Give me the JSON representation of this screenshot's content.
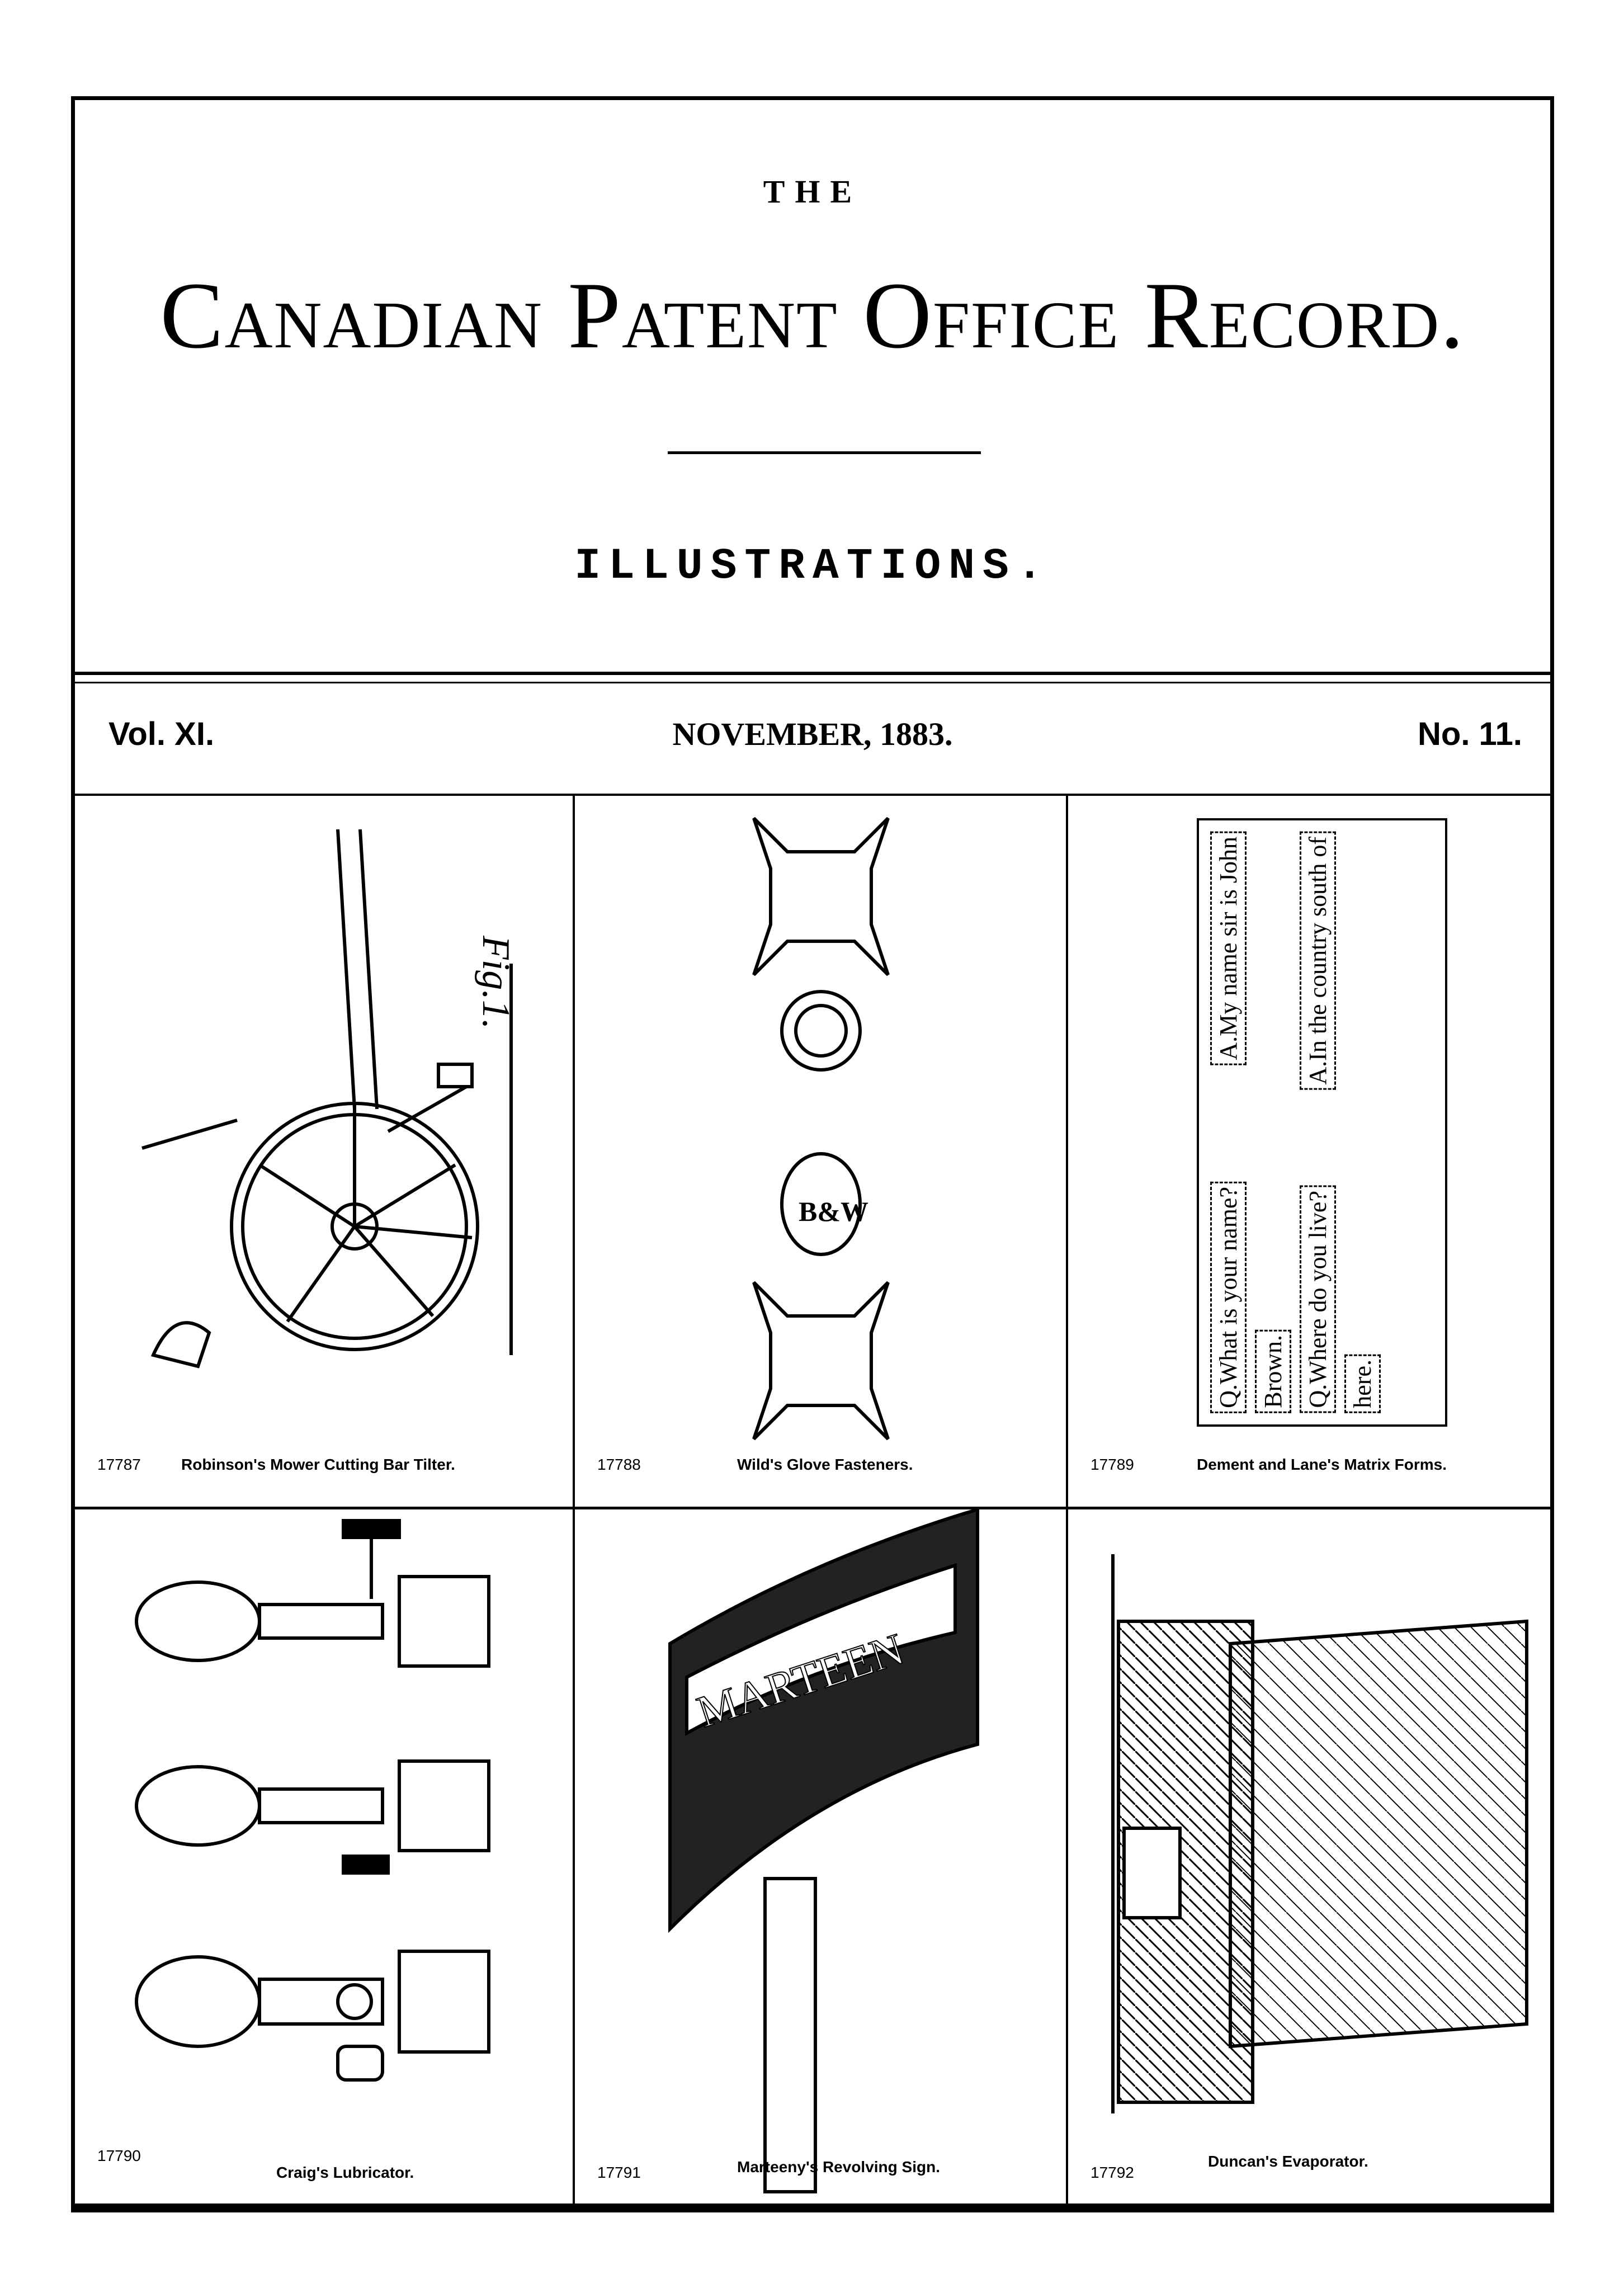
{
  "header": {
    "the": "THE",
    "title": "Canadian Patent Office Record.",
    "subtitle": "ILLUSTRATIONS.",
    "volume": "Vol. XI.",
    "date": "NOVEMBER, 1883.",
    "number": "No. 11."
  },
  "figures": [
    {
      "number": "17787",
      "caption": "Robinson's Mower Cutting Bar Tilter.",
      "label": "Fig.1."
    },
    {
      "number": "17788",
      "caption": "Wild's Glove Fasteners.",
      "label": "B&W"
    },
    {
      "number": "17789",
      "caption": "Dement and Lane's Matrix Forms.",
      "lines": [
        "Q.What is your name?",
        "A.My name sir is John",
        "Brown.",
        "Q.Where do you live?",
        "A.In the country south of",
        "here."
      ]
    },
    {
      "number": "17790",
      "caption": "Craig's Lubricator."
    },
    {
      "number": "17791",
      "caption": "Marteeny's Revolving Sign.",
      "label": "MARTEEN"
    },
    {
      "number": "17792",
      "caption": "Duncan's Evaporator."
    }
  ]
}
